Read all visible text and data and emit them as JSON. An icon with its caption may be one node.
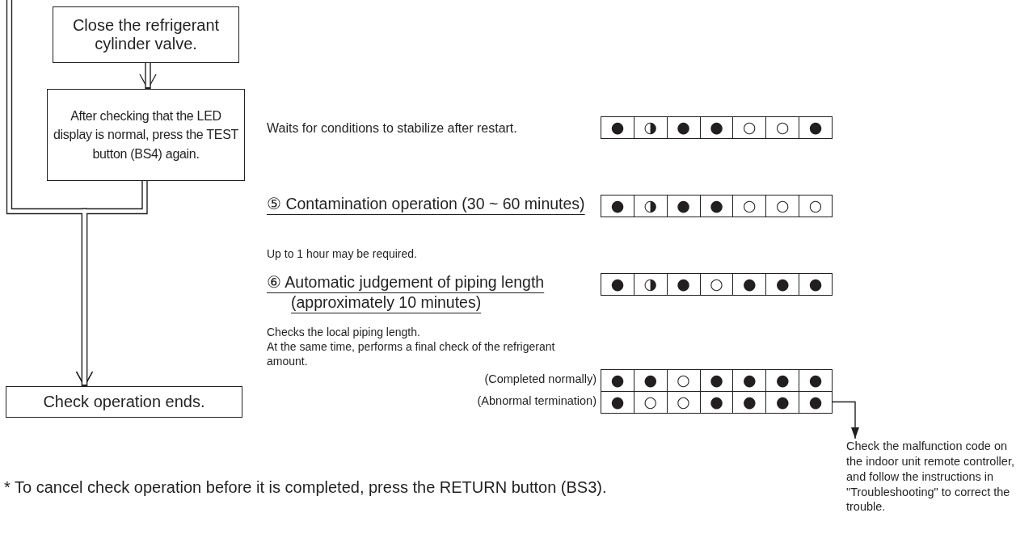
{
  "diagram": {
    "nodes": [
      {
        "text": [
          "Close the refrigerant cylinder valve."
        ]
      },
      {
        "text": [
          "After checking that the LED display is normal, press the TEST button (BS4) again."
        ]
      },
      {
        "text": [
          "Check operation ends."
        ]
      },
      {
        "text": [
          "●",
          "◑",
          "●",
          "●",
          "○",
          "○",
          "●"
        ]
      },
      {
        "text": [
          "●",
          "◑",
          "●",
          "●",
          "○",
          "○",
          "○"
        ]
      },
      {
        "text": [
          "●",
          "◑",
          "●",
          "○",
          "●",
          "●",
          "●"
        ]
      },
      {
        "text": [
          "●",
          "●",
          "○",
          "●",
          "●",
          "●",
          "●"
        ],
        "beside": [
          "(Completed normally)"
        ]
      },
      {
        "text": [
          "●",
          "○",
          "○",
          "●",
          "●",
          "●",
          "●"
        ],
        "beside": [
          "(Abnormal termination)"
        ]
      },
      {
        "text": [
          "Check the malfunction code on the indoor unit remote controller, and follow the instructions in \"Troubleshooting\" to correct the trouble."
        ]
      }
    ],
    "edges": [
      {
        "from": 0,
        "to": 1,
        "arrow": "to"
      },
      {
        "from": null,
        "to": 2,
        "arrow": "to"
      },
      {
        "from": 1,
        "to": 2,
        "arrow": "to"
      },
      {
        "from": 7,
        "to": 8,
        "arrow": "to"
      }
    ],
    "labels": [
      "Waits for conditions to stabilize after restart.",
      "⑤ Contamination operation (30 ~ 60 minutes)",
      "Up to 1 hour may be required.",
      "⑥ Automatic judgement of piping length (approximately 10 minutes)",
      "Checks the local piping length.",
      "At the same time, performs a final check of the refrigerant amount.",
      "* To cancel check operation before it is completed, press the RETURN button (BS3)."
    ]
  }
}
